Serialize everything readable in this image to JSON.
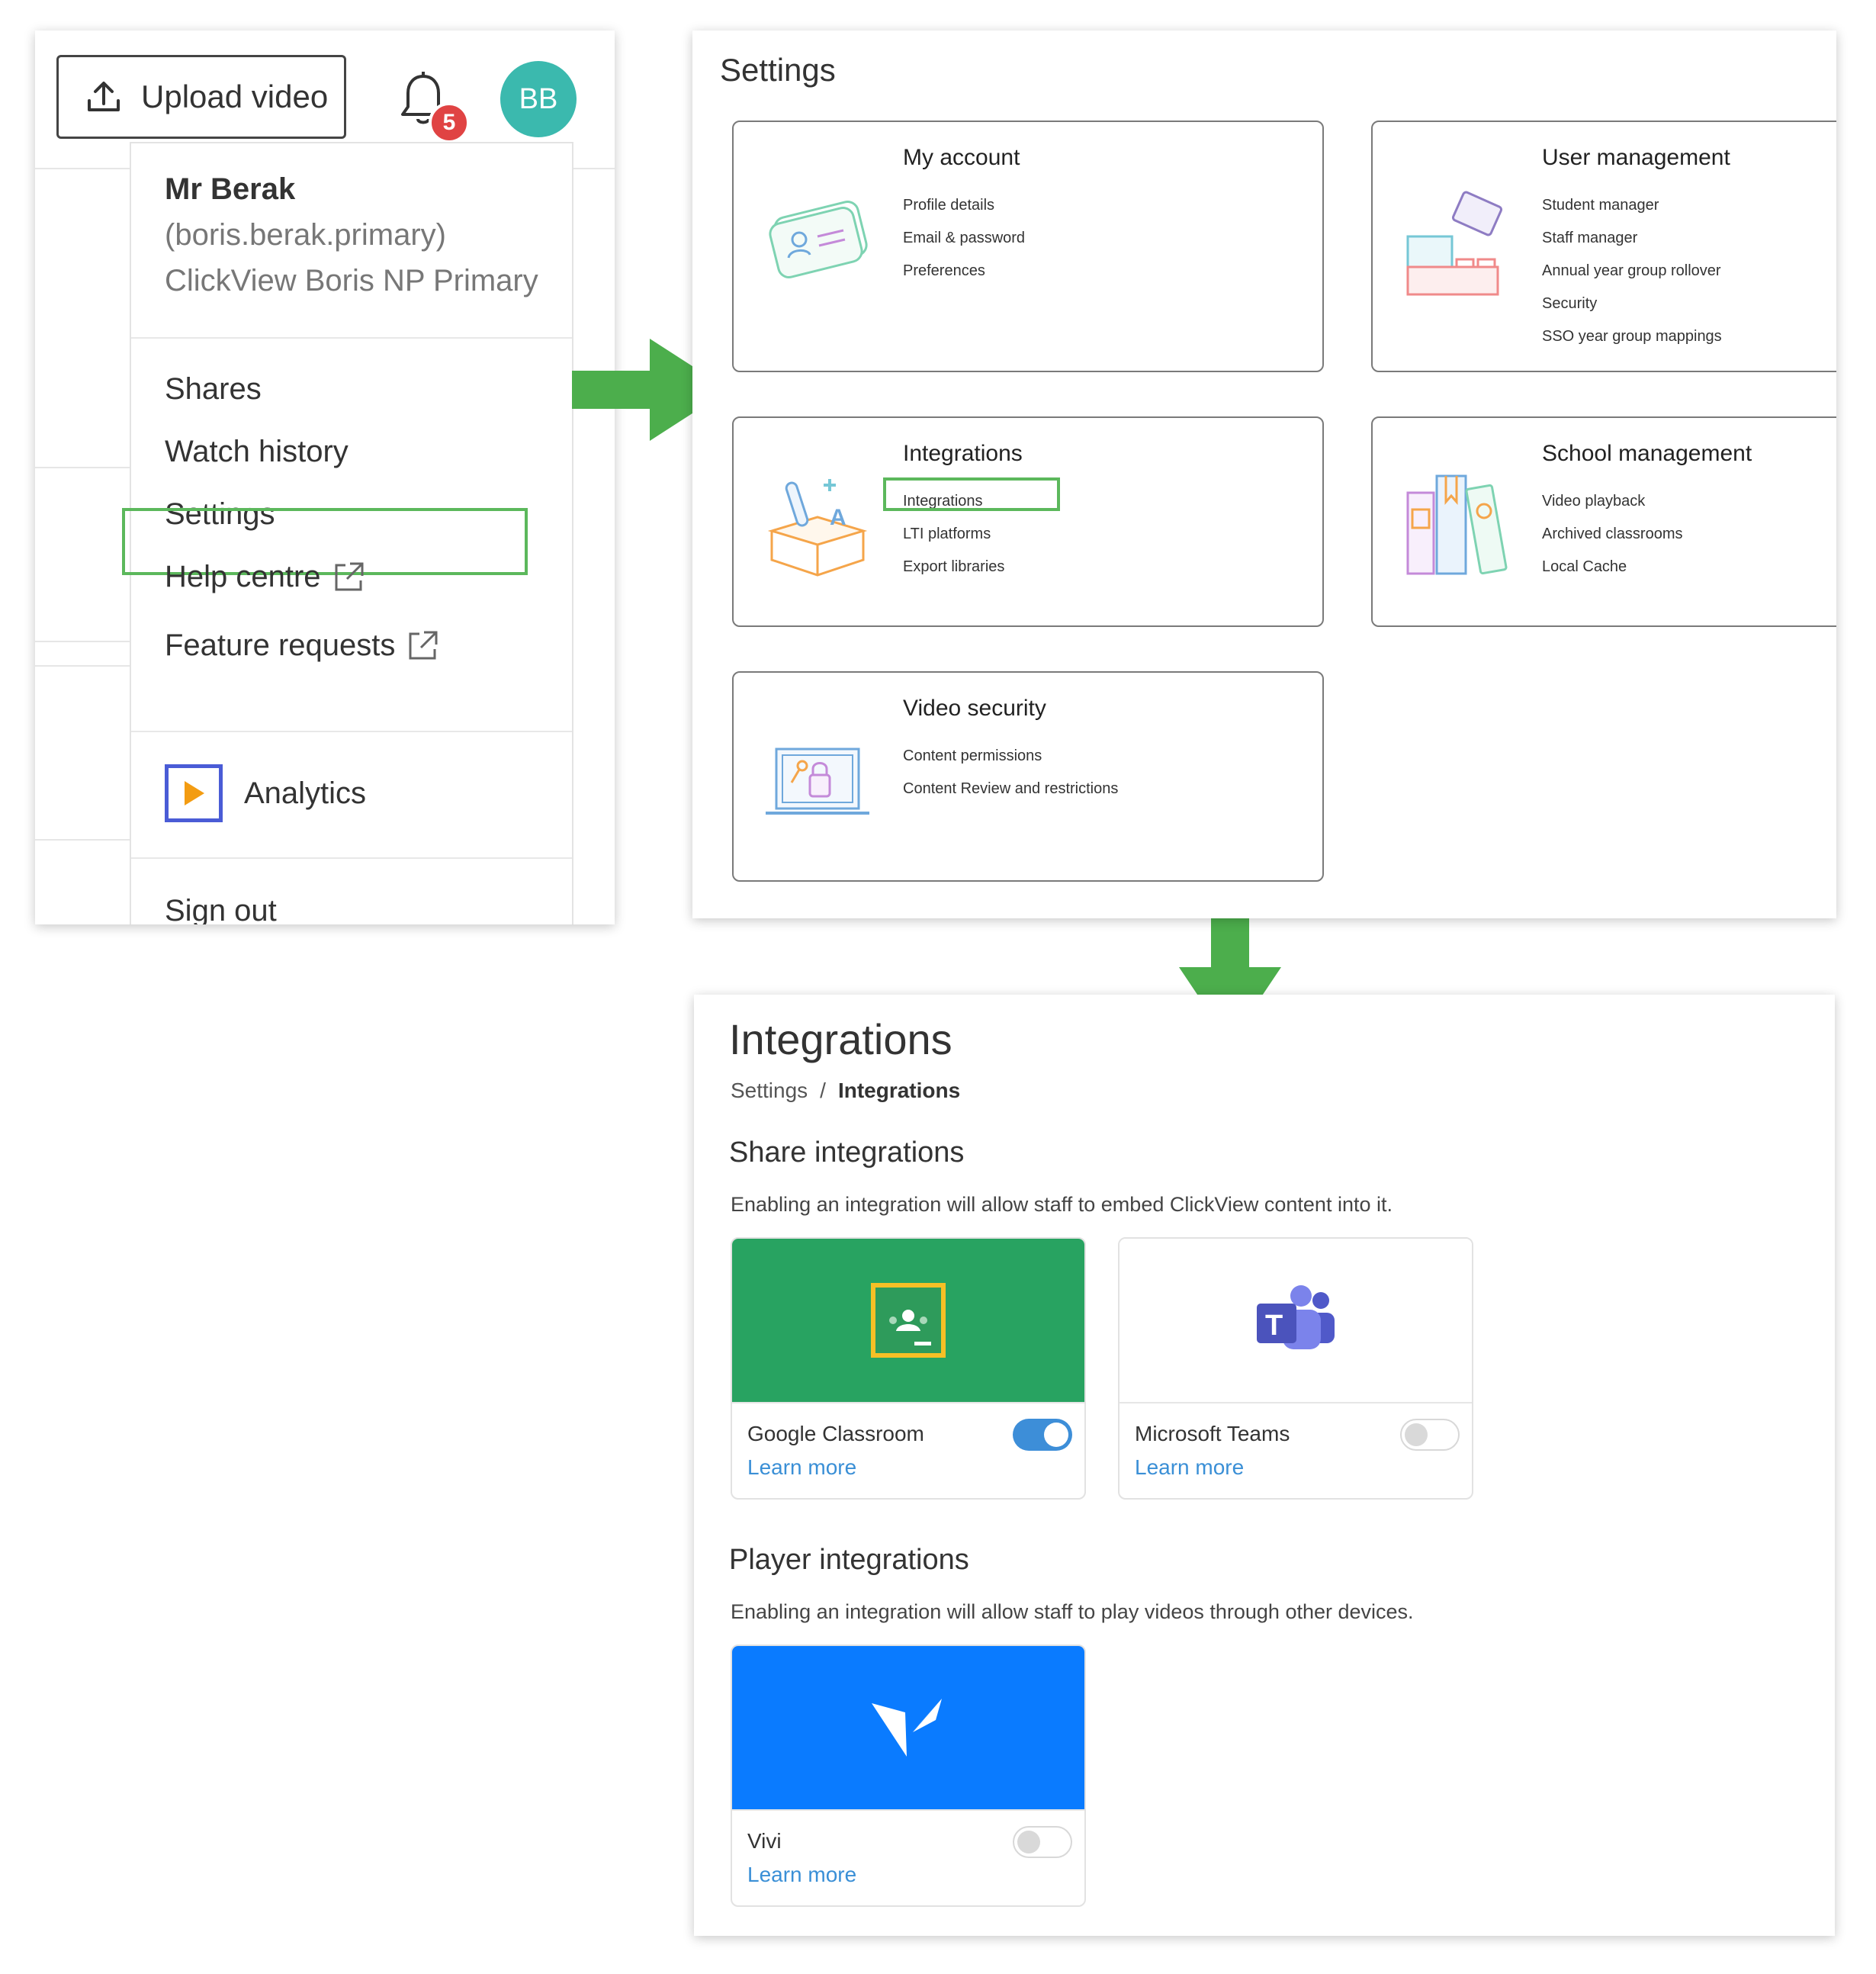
{
  "colors": {
    "accent_green": "#4cae4c",
    "avatar_teal": "#3bb9ae",
    "badge_red": "#e04343",
    "link_blue": "#3a8fd6",
    "google_classroom_green": "#28a361",
    "vivi_blue": "#0a7bff",
    "analytics_blue": "#4a5cd6",
    "analytics_orange": "#f39c12"
  },
  "topbar": {
    "upload_label": "Upload video",
    "upload_icon": "upload-icon",
    "notification_icon": "bell-icon",
    "notification_count": "5",
    "avatar_initials": "BB"
  },
  "user_menu": {
    "name": "Mr Berak",
    "username": "(boris.berak.primary)",
    "school": "ClickView Boris NP Primary",
    "items": [
      {
        "label": "Shares"
      },
      {
        "label": "Watch history"
      },
      {
        "label": "Settings"
      },
      {
        "label": "Help centre",
        "icon": "external-link-icon"
      },
      {
        "label": "Feature requests",
        "icon": "external-link-icon"
      }
    ],
    "analytics_label": "Analytics",
    "analytics_icon": "play-icon",
    "sign_out_label": "Sign out"
  },
  "settings": {
    "title": "Settings",
    "cards": [
      {
        "title": "My account",
        "icon": "id-card-icon",
        "links": [
          "Profile details",
          "Email & password",
          "Preferences"
        ]
      },
      {
        "title": "User management",
        "icon": "building-blocks-icon",
        "links": [
          "Student manager",
          "Staff manager",
          "Annual year group rollover",
          "Security",
          "SSO year group mappings"
        ]
      },
      {
        "title": "Integrations",
        "icon": "box-icon",
        "links": [
          "Integrations",
          "LTI platforms",
          "Export libraries"
        ]
      },
      {
        "title": "School management",
        "icon": "books-icon",
        "links": [
          "Video playback",
          "Archived classrooms",
          "Local Cache"
        ]
      },
      {
        "title": "Video security",
        "icon": "laptop-lock-icon",
        "links": [
          "Content permissions",
          "Content Review and restrictions"
        ]
      }
    ]
  },
  "integrations": {
    "title": "Integrations",
    "breadcrumb": {
      "root": "Settings",
      "separator": "/",
      "current": "Integrations"
    },
    "share_section": {
      "title": "Share integrations",
      "description": "Enabling an integration will allow staff to embed ClickView content into it.",
      "items": [
        {
          "name": "Google Classroom",
          "learn_more": "Learn more",
          "enabled": true,
          "icon": "google-classroom-icon"
        },
        {
          "name": "Microsoft Teams",
          "learn_more": "Learn more",
          "enabled": false,
          "icon": "microsoft-teams-icon"
        }
      ]
    },
    "player_section": {
      "title": "Player integrations",
      "description": "Enabling an integration will allow staff to play videos through other devices.",
      "items": [
        {
          "name": "Vivi",
          "learn_more": "Learn more",
          "enabled": false,
          "icon": "vivi-icon"
        }
      ]
    }
  }
}
